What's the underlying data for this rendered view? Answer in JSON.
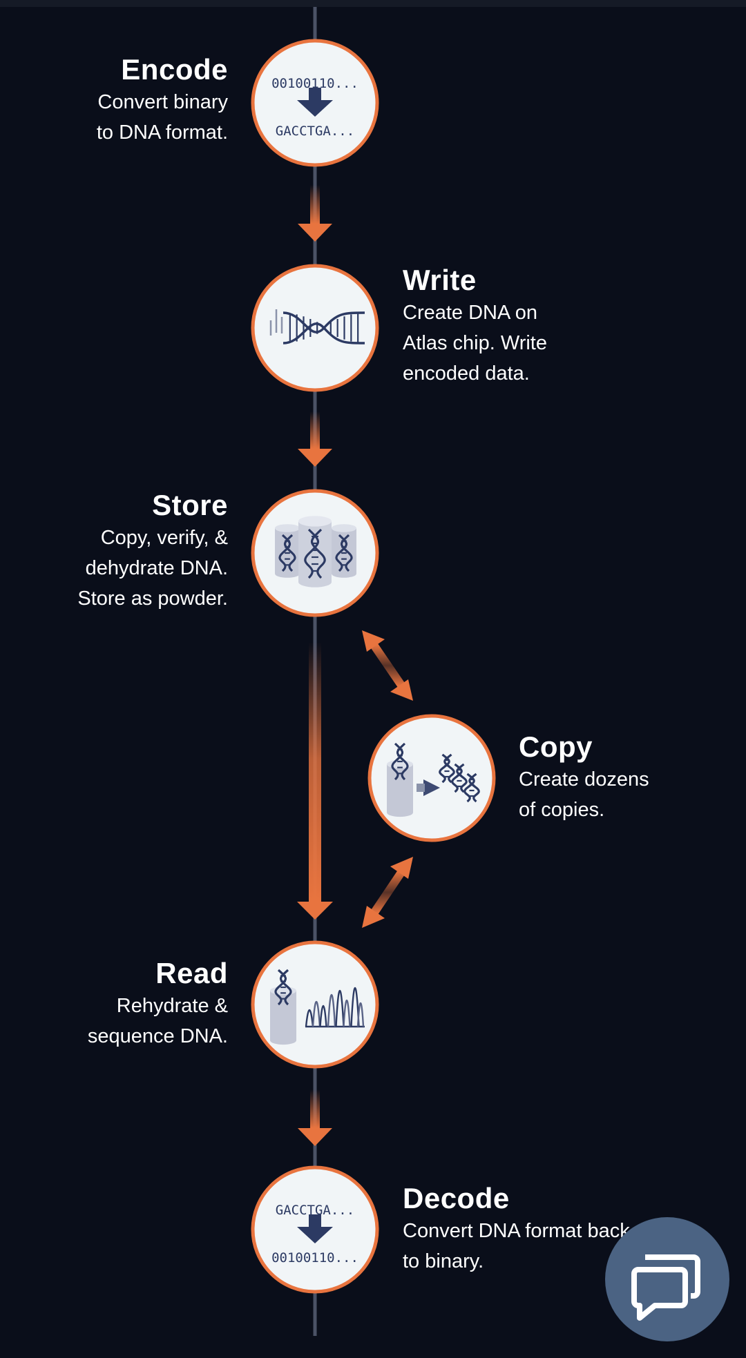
{
  "steps": [
    {
      "id": "encode",
      "title": "Encode",
      "description": "Convert binary\nto DNA format.",
      "icon": "binary-to-dna-icon",
      "icon_top": "00100110...",
      "icon_bottom": "GACCTGA..."
    },
    {
      "id": "write",
      "title": "Write",
      "description": "Create DNA on\nAtlas chip. Write\nencoded data.",
      "icon": "dna-helix-icon"
    },
    {
      "id": "store",
      "title": "Store",
      "description": "Copy, verify, &\ndehydrate DNA.\nStore as powder.",
      "icon": "dna-storage-cylinders-icon"
    },
    {
      "id": "copy",
      "title": "Copy",
      "description": "Create dozens\nof copies.",
      "icon": "dna-copy-icon"
    },
    {
      "id": "read",
      "title": "Read",
      "description": "Rehydrate &\nsequence DNA.",
      "icon": "sequencing-chromatogram-icon"
    },
    {
      "id": "decode",
      "title": "Decode",
      "description": "Convert DNA format back\nto binary.",
      "icon": "dna-to-binary-icon",
      "icon_top": "GACCTGA...",
      "icon_bottom": "00100110..."
    }
  ],
  "chat": {
    "icon": "chat-bubbles-icon"
  },
  "colors": {
    "background": "#0a0e1a",
    "accent": "#e8743f",
    "circle_fill": "#f1f5f7",
    "icon_navy": "#2c3a63",
    "icon_gray": "#c4c8d6",
    "timeline": "#4b5266",
    "chat_button": "#4b6383"
  }
}
